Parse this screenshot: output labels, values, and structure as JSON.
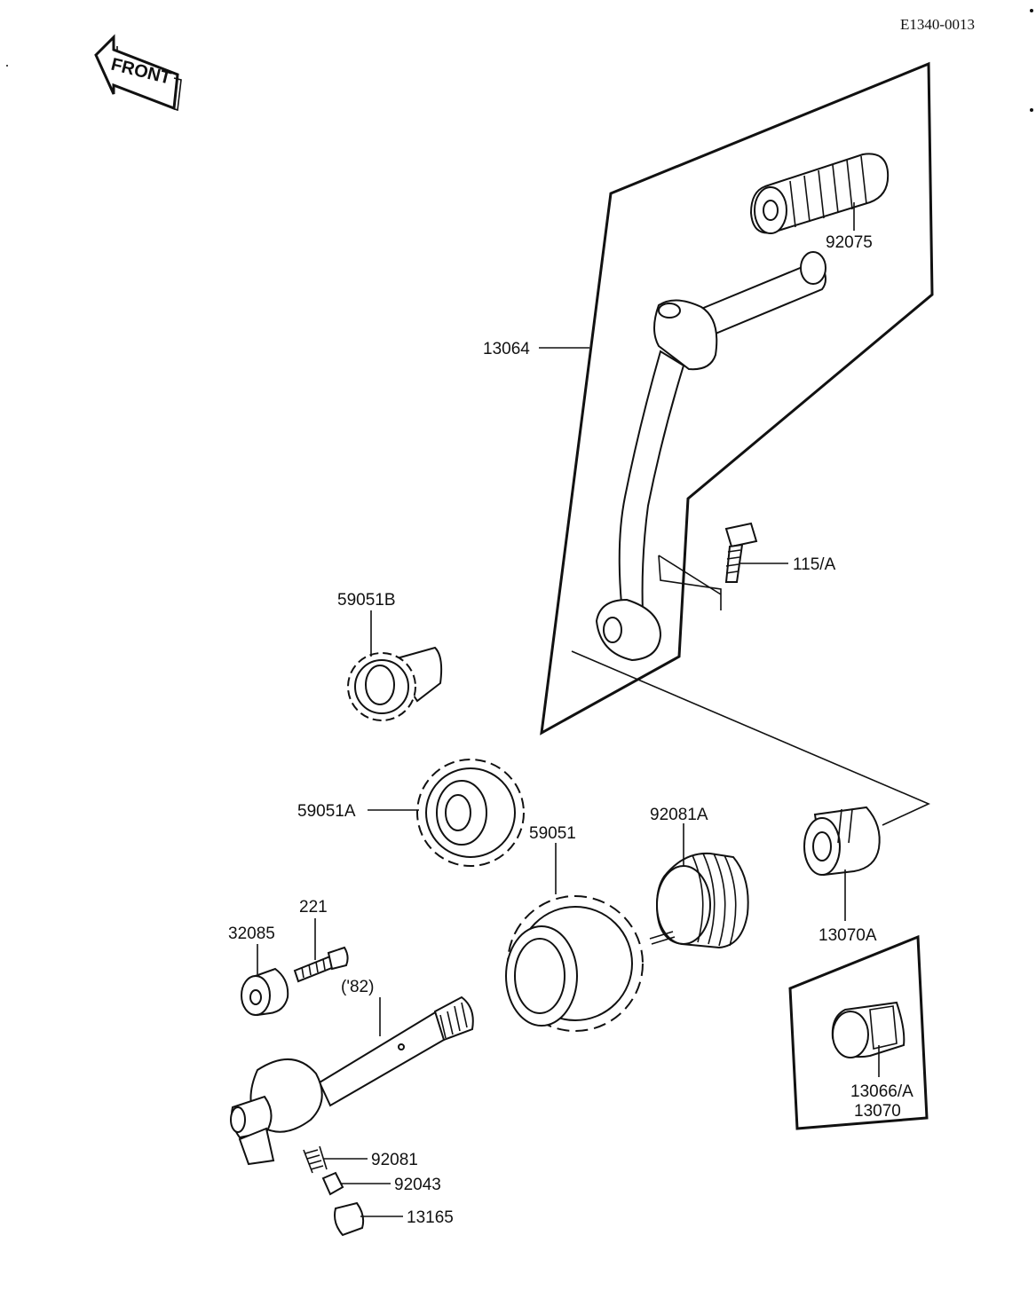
{
  "diagram_code": "E1340-0013",
  "front_label": "FRONT",
  "parts": [
    {
      "id": "92075",
      "label": "92075"
    },
    {
      "id": "13064",
      "label": "13064"
    },
    {
      "id": "115A",
      "label": "115/A"
    },
    {
      "id": "59051B",
      "label": "59051B"
    },
    {
      "id": "59051A",
      "label": "59051A"
    },
    {
      "id": "59051",
      "label": "59051"
    },
    {
      "id": "92081A",
      "label": "92081A"
    },
    {
      "id": "13070A",
      "label": "13070A"
    },
    {
      "id": "221",
      "label": "221"
    },
    {
      "id": "32085",
      "label": "32085"
    },
    {
      "id": "13066A",
      "label": "13066/A"
    },
    {
      "id": "13070",
      "label": "13070"
    },
    {
      "id": "13070_note",
      "label": "('82)"
    },
    {
      "id": "92081",
      "label": "92081"
    },
    {
      "id": "92043",
      "label": "92043"
    },
    {
      "id": "13165",
      "label": "13165"
    }
  ]
}
